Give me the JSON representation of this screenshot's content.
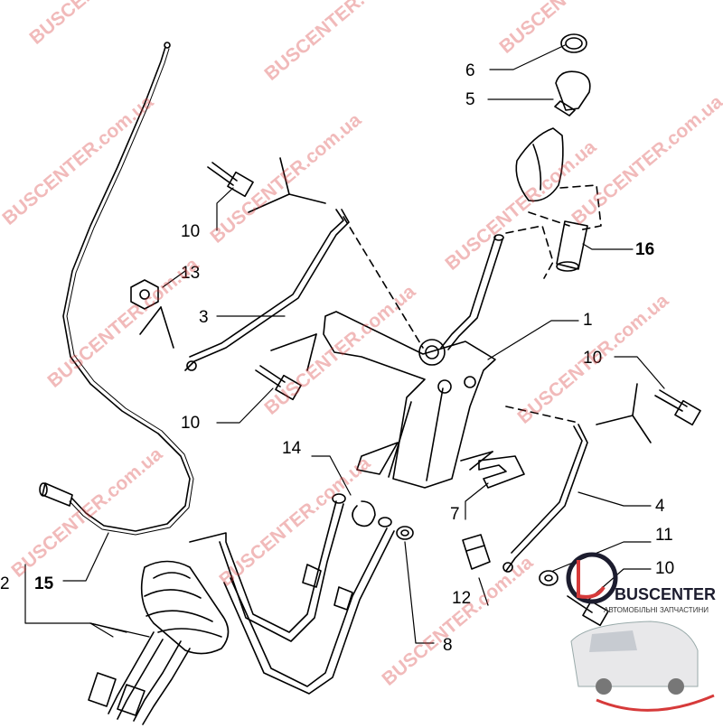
{
  "callouts": {
    "c1": "1",
    "c2": "2",
    "c3": "3",
    "c4": "4",
    "c5": "5",
    "c6": "6",
    "c7": "7",
    "c8": "8",
    "c10a": "10",
    "c10b": "10",
    "c10c": "10",
    "c10d": "10",
    "c11": "11",
    "c12": "12",
    "c13": "13",
    "c14": "14",
    "c15": "15",
    "c16": "16"
  },
  "watermark": "BUSCENTER.com.ua",
  "logo": {
    "name": "BUSCENTER",
    "tagline": "АВТОМОБІЛЬНІ ЗАПЧАСТИНИ",
    "color_dark": "#1c1c2e",
    "color_accent": "#d63a3a"
  }
}
